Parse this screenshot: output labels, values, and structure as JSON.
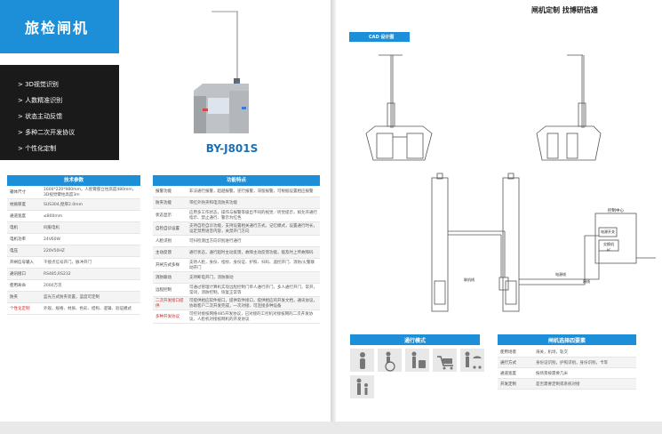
{
  "left": {
    "title": "旅检闸机",
    "features": [
      "> 3D视觉识别",
      "> 人数精准识别",
      "> 状态主动反馈",
      "> 多种二次开发协议",
      "> 个性化定制"
    ],
    "model": "BY-J801S",
    "tech": {
      "header": "技术参数",
      "rows": [
        {
          "k": "箱体尺寸",
          "v": "1600*220*980mm，人脸臂部立柱高度480mm，3D视觉臂柱高度3m"
        },
        {
          "k": "材质厚度",
          "v": "SUS304,壁厚2.0mm"
        },
        {
          "k": "通道宽度",
          "v": "≤800mm"
        },
        {
          "k": "电机",
          "v": "伺服电机"
        },
        {
          "k": "电机功率",
          "v": "24V60W"
        },
        {
          "k": "电压",
          "v": "220V50HZ"
        },
        {
          "k": "开闸信号输入",
          "v": "干接点信号开门，脉冲开门"
        },
        {
          "k": "通讯接口",
          "v": "RS485,RS232"
        },
        {
          "k": "使用寿命",
          "v": "2000万次"
        },
        {
          "k": "防夹",
          "v": "蓝光方式防夹装置，蓝度可定制"
        },
        {
          "k": "个性化定制",
          "v": "外观、规格、材质、色彩、结构、逻辑、验证模式",
          "red": true
        }
      ]
    },
    "func": {
      "header": "功能特点",
      "rows": [
        {
          "k": "报警功能",
          "v": "非法通行报警，超越报警，逆行报警，滞留报警，可根据设置相应报警"
        },
        {
          "k": "防夹功能",
          "v": "带红外防夹和电流防夹功能"
        },
        {
          "k": "状态显示",
          "v": "应用多工作状态，操作与报警等级出不同的视觉／听觉提示，如允许通行指示、禁止通行、警示为红色"
        },
        {
          "k": "自检自诊设置",
          "v": "支持自检自诊功能，支持设置相关通行方式，记忆模式，设置通行时长，设定禁用语音内容，关禁开门方向"
        },
        {
          "k": "人脸识别",
          "v": "可扫检测出方向识别进行通行"
        },
        {
          "k": "主动反馈",
          "v": "通行状态，通行超时主动反馈，故障主动反馈功能，能及时上传故障码"
        },
        {
          "k": "开闸方式多样",
          "v": "支持人脸，身份、指纹、身份证、护照、扫码、遥控开门、消防/火警联动开门"
        },
        {
          "k": "消防联动",
          "v": "支持断电开门，消防联动"
        },
        {
          "k": "远程控制",
          "v": "可通过管理计算机实现远程控制门单人通行开门，多人通行开门，常开，常闭，消防控制，恢复正常等"
        },
        {
          "k": "二次开发接口提供",
          "v": "可提供相应软件接口，提供软件接口，提供相应的开发文档，通讯协议，协助客户二次开发完成，一次对接、可连接多种设备",
          "red": true
        },
        {
          "k": "多种开发协议",
          "v": "可控对接核网络485开发协议，已对接的工控机对接核网的二次开发协议，人脸机对接核网机的开发协议",
          "red": true
        }
      ]
    }
  },
  "right": {
    "slogan": "闸机定制 找博研信通",
    "cad_label": "CAD 设计图",
    "diagram_labels": {
      "control_center": "控制中心",
      "power_switch": "电源开关",
      "switch": "交换机",
      "ac": "AC",
      "power_line": "电源线",
      "network_line": "网线",
      "link_line": "联机线"
    },
    "modes_header": "通行模式",
    "modes": [
      "person-icon",
      "wheelchair-icon",
      "luggage-icon",
      "trolley-icon",
      "stroller-icon",
      "child-adult-icon"
    ],
    "scene": {
      "header": "闸机选择四要素",
      "rows": [
        {
          "k": "使用场景",
          "v": "海关，机场，轨交"
        },
        {
          "k": "通行方式",
          "v": "身份证识别，护照识别，身份识别，卡等"
        },
        {
          "k": "通道宽度",
          "v": "按场景按需要几米"
        },
        {
          "k": "开发定制",
          "v": "是否需要定制或系统对接"
        }
      ]
    }
  }
}
